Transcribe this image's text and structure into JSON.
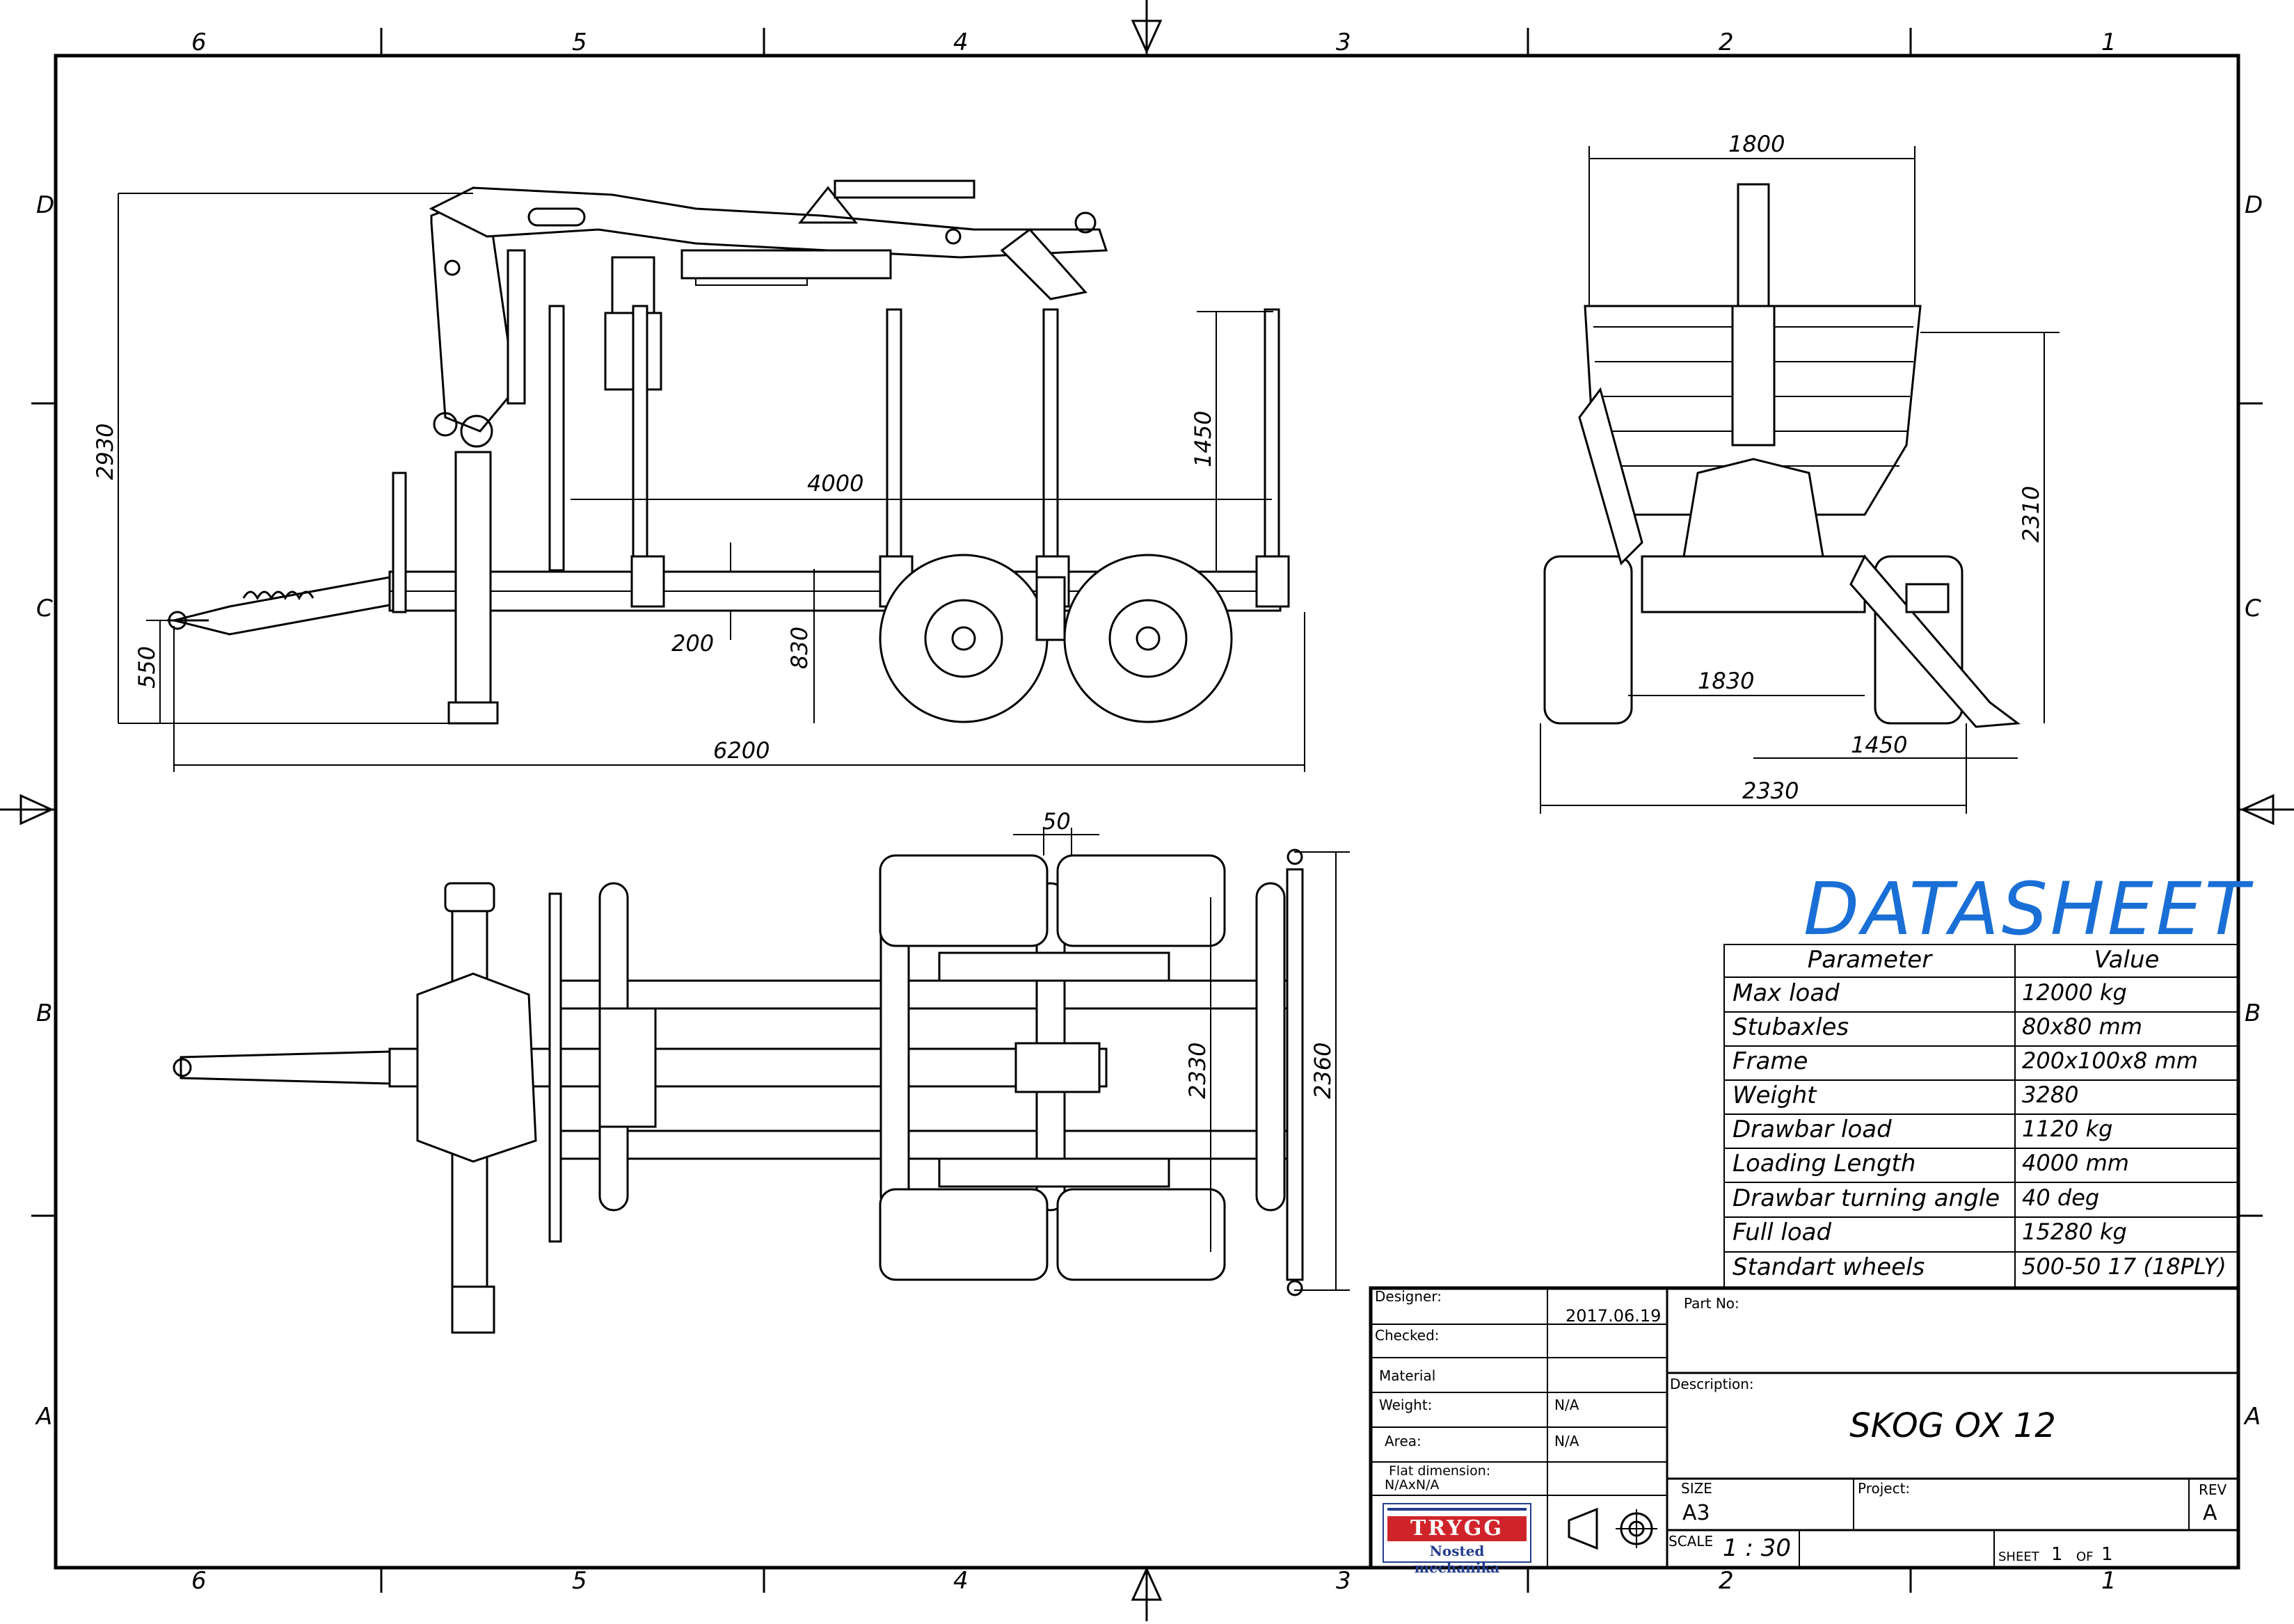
{
  "title": "DATASHEET",
  "zones": {
    "columns": [
      "6",
      "5",
      "4",
      "3",
      "2",
      "1"
    ],
    "rows": [
      "D",
      "C",
      "B",
      "A"
    ]
  },
  "dimensions": {
    "side": {
      "total_height": "2930",
      "stake_height": "1450",
      "loading_length": "4000",
      "ground_clearance": "200",
      "frame_height": "830",
      "hitch_height": "550",
      "total_length": "6200"
    },
    "front": {
      "width_top": "1800",
      "height": "2310",
      "outrigger": "1830",
      "outrigger_inner": "1450",
      "total_width": "2330"
    },
    "top": {
      "wheel_gap": "50",
      "axle_width": "2330",
      "total_width": "2360"
    }
  },
  "datasheet": {
    "header_param": "Parameter",
    "header_value": "Value",
    "rows": [
      {
        "param": "Max load",
        "value": "12000 kg"
      },
      {
        "param": "Stubaxles",
        "value": "80x80 mm"
      },
      {
        "param": "Frame",
        "value": "200x100x8 mm"
      },
      {
        "param": "Weight",
        "value": "3280"
      },
      {
        "param": "Drawbar load",
        "value": "1120 kg"
      },
      {
        "param": "Loading Length",
        "value": "4000 mm"
      },
      {
        "param": "Drawbar turning angle",
        "value": "40 deg"
      },
      {
        "param": "Full load",
        "value": "15280 kg"
      },
      {
        "param": "Standart wheels",
        "value": "500-50 17 (18PLY)"
      }
    ]
  },
  "titleblock": {
    "designer_label": "Designer:",
    "date": "2017.06.19",
    "checked_label": "Checked:",
    "material_label": "Material",
    "weight_label": "Weight:",
    "weight_value": "N/A",
    "area_label": "Area:",
    "area_value": "N/A",
    "flat_label": "Flat dimension:",
    "flat_value": "N/AxN/A",
    "part_no_label": "Part No:",
    "description_label": "Description:",
    "description": "SKOG OX 12",
    "size_label": "SIZE",
    "size_value": "A3",
    "project_label": "Project:",
    "rev_label": "REV",
    "rev_value": "A",
    "scale_label": "SCALE",
    "scale_value": "1 : 30",
    "sheet_label": "SHEET",
    "sheet_value": "1",
    "of_label": "OF",
    "of_value": "1",
    "logo_text": "TRYGG",
    "logo_sub": "Nosted mechanika"
  },
  "colors": {
    "title": "#1a6fd6",
    "logo_red": "#d0242b",
    "logo_blue": "#233c8c"
  }
}
